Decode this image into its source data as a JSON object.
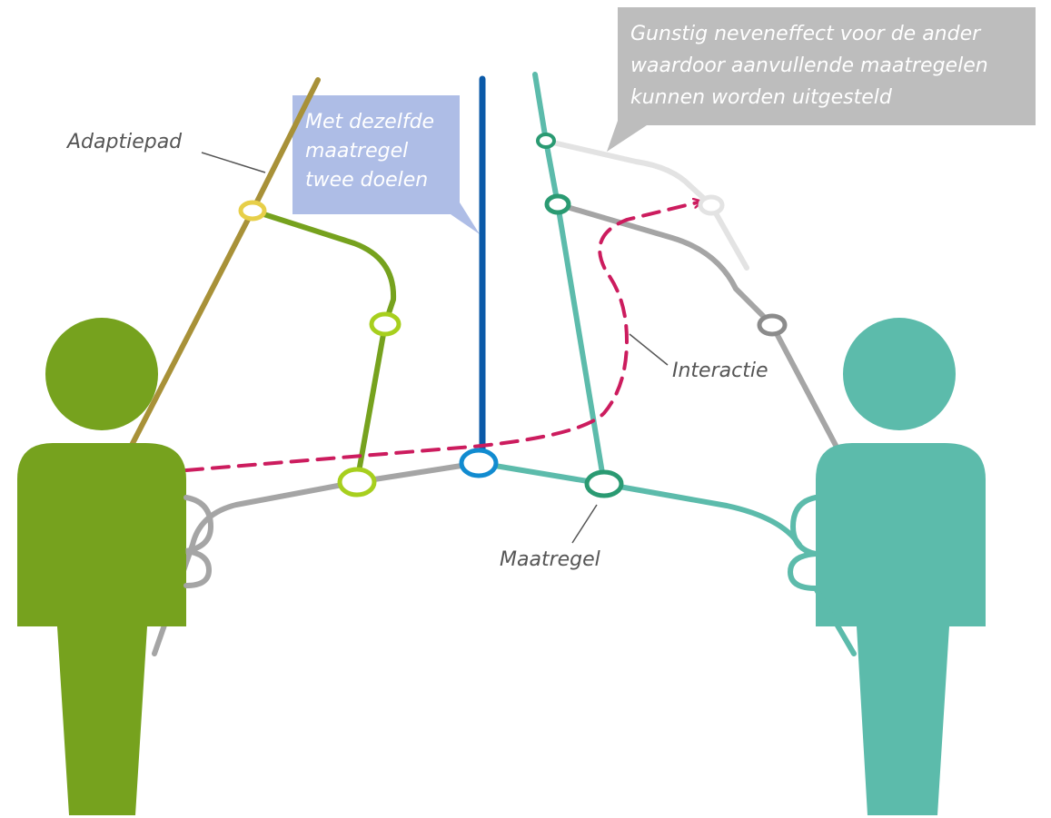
{
  "labels": {
    "adaptation_path": "Adaptiepad",
    "measure": "Maatregel",
    "interaction": "Interactie"
  },
  "callouts": {
    "same_measure": [
      "Met dezelfde",
      "maatregel",
      "twee doelen"
    ],
    "side_effect": [
      "Gunstig neveneffect voor de ander",
      "waardoor aanvullende maatregelen",
      "kunnen worden uitgesteld"
    ]
  },
  "colors": {
    "person_left": "#76a21e",
    "person_right": "#5cbbab",
    "adaptation_path": "#a89138",
    "green_line": "#76a21e",
    "blue_line": "#0b5aa8",
    "teal_line": "#5cbbab",
    "dark_teal_node": "#2a9a72",
    "gray_line": "#a5a5a5",
    "light_gray_line": "#e3e3e3",
    "interaction": "#cc1c5e",
    "callout_blue": "#aebde6",
    "callout_gray": "#bdbdbd",
    "label_text": "#555555"
  }
}
